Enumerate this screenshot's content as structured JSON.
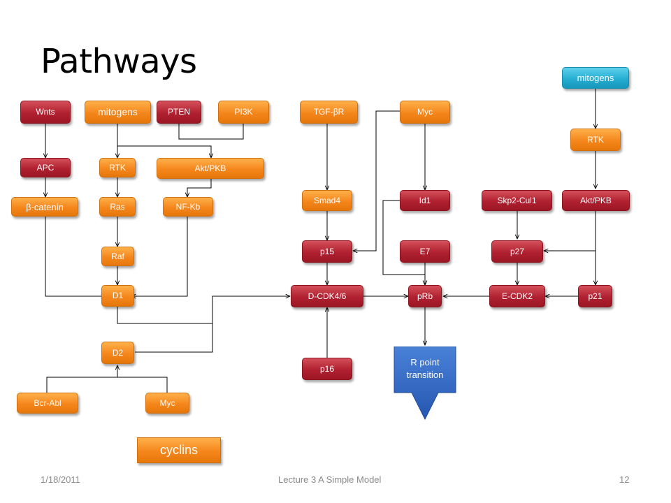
{
  "slide": {
    "title": "Pathways",
    "footer": {
      "date": "1/18/2011",
      "center": "Lecture 3 A Simple Model",
      "page": "12"
    }
  },
  "colors": {
    "red": "#b02030",
    "orange": "#f4861c",
    "cyan": "#25aed2",
    "blue": "#2f66c0"
  },
  "nodes": {
    "wnts": "Wnts",
    "mitogens_left": "mitogens",
    "pten": "PTEN",
    "pi3k": "PI3K",
    "tgfbr": "TGF-βR",
    "myc_top": "Myc",
    "mitogens_right": "mitogens",
    "rtk_right": "RTK",
    "apc": "APC",
    "rtk_left": "RTK",
    "akt_left": "Akt/PKB",
    "beta_catenin": "β-catenin",
    "ras": "Ras",
    "nfkb": "NF-Kb",
    "smad4": "Smad4",
    "id1": "Id1",
    "skp2": "Skp2-Cul1",
    "akt_right": "Akt/PKB",
    "raf": "Raf",
    "p15": "p15",
    "e7": "E7",
    "p27": "p27",
    "d1": "D1",
    "dcdk46": "D-CDK4/6",
    "prb": "pRb",
    "ecdk2": "E-CDK2",
    "p21": "p21",
    "d2": "D2",
    "p16": "p16",
    "r_point": "R point\ntransition",
    "bcr_abl": "Bcr-Abl",
    "myc_bottom": "Myc",
    "cyclins": "cyclins"
  }
}
